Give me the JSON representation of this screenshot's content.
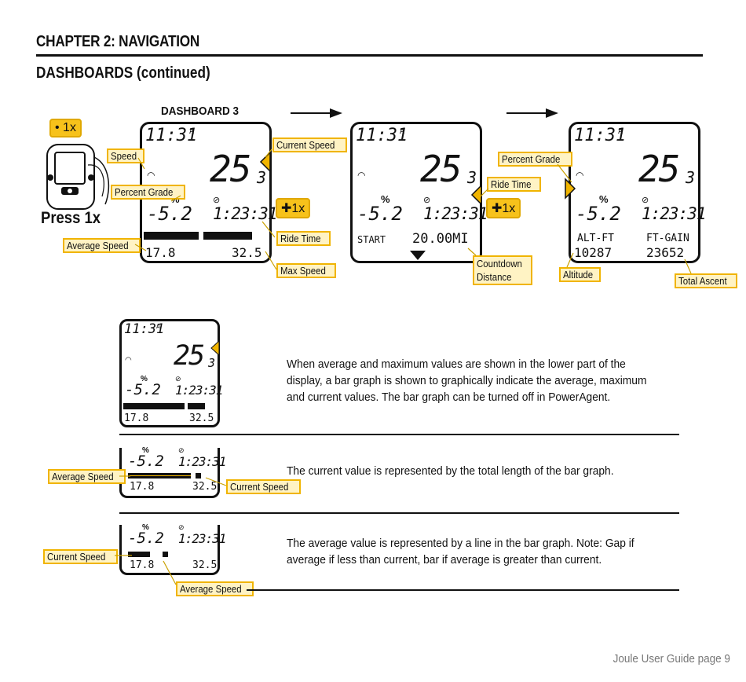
{
  "header": {
    "chapter": "CHAPTER 2: NAVIGATION",
    "section": "DASHBOARDS (continued)"
  },
  "dashboard_title": "DASHBOARD 3",
  "device": {
    "badge": "• 1x",
    "press": "Press 1x"
  },
  "plus_badge": "✚1x",
  "screens": {
    "clock": "11:31",
    "clock_suffix": "A",
    "speed": "25",
    "speed_decimal": "3",
    "percent_sign": "%",
    "grade": "-5.2",
    "ride_time": "1:23:31",
    "avg": "17.8",
    "max": "32.5",
    "start_label": "START",
    "countdown": "20.00MI",
    "alt_label": "ALT-FT",
    "gain_label": "FT-GAIN",
    "altitude": "10287",
    "ascent": "23652"
  },
  "callouts": {
    "speed": "Speed",
    "percent_grade": "Percent Grade",
    "average_speed": "Average Speed",
    "current_speed": "Current Speed",
    "ride_time": "Ride Time",
    "max_speed": "Max Speed",
    "countdown_distance_1": "Countdown",
    "countdown_distance_2": "Distance",
    "altitude": "Altitude",
    "total_ascent": "Total Ascent"
  },
  "explanations": {
    "p1": "When average and maximum values are shown in the lower part of the display, a bar graph is shown to graphically indicate the average, maximum and current values. The bar graph can be turned off in PowerAgent.",
    "p2": "The current value is represented by the total length of the bar graph.",
    "p3": "The average value is represented by a line in the bar graph. Note: Gap if average if less than current, bar if average is greater than current."
  },
  "footer": "Joule User Guide page 9",
  "colors": {
    "callout_fill": "#fff3c4",
    "callout_border": "#f0b400",
    "badge": "#f7c21b"
  }
}
